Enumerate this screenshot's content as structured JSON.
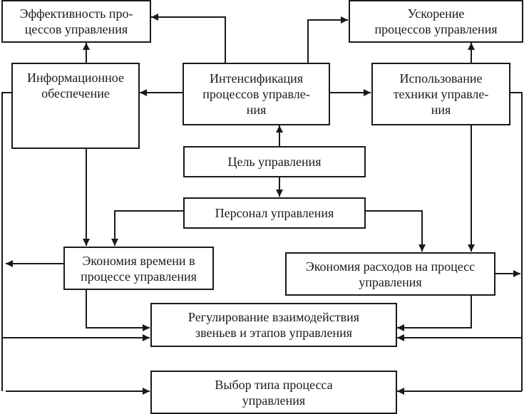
{
  "diagram": {
    "colors": {
      "stroke": "#1a1a1a",
      "background": "#ffffff",
      "text": "#1a1a1a"
    },
    "nodes": {
      "efficiency": "Эффективность про-\nцессов управления",
      "acceleration": "Ускорение\nпроцессов управления",
      "information": "Информационное\nобеспечение",
      "intensification": "Интенсификация\nпроцессов управле-\nния",
      "technology": "Использование\nтехники управле-\nния",
      "goal": "Цель управления",
      "personnel": "Персонал управления",
      "time_saving": "Экономия времени в\nпроцессе управления",
      "cost_saving": "Экономия расходов на процесс\nуправления",
      "regulation": "Регулирование взаимодействия\nзвеньев и этапов управления",
      "process_type": "Выбор типа процесса\nуправления"
    },
    "edges": [
      {
        "from": "information",
        "to": "efficiency"
      },
      {
        "from": "intensification",
        "to": "efficiency"
      },
      {
        "from": "intensification",
        "to": "acceleration"
      },
      {
        "from": "intensification",
        "to": "information"
      },
      {
        "from": "intensification",
        "to": "technology"
      },
      {
        "from": "technology",
        "to": "acceleration"
      },
      {
        "from": "goal",
        "to": "intensification"
      },
      {
        "from": "goal",
        "to": "personnel"
      },
      {
        "from": "information",
        "to": "time_saving"
      },
      {
        "from": "personnel",
        "to": "time_saving"
      },
      {
        "from": "personnel",
        "to": "cost_saving"
      },
      {
        "from": "technology",
        "to": "cost_saving"
      },
      {
        "from": "time_saving",
        "to": "regulation"
      },
      {
        "from": "cost_saving",
        "to": "regulation"
      },
      {
        "from": "information",
        "to": "regulation"
      },
      {
        "from": "information",
        "to": "process_type"
      },
      {
        "from": "technology",
        "to": "regulation"
      },
      {
        "from": "technology",
        "to": "process_type"
      },
      {
        "from": "time_saving",
        "to": "left-trunk"
      },
      {
        "from": "cost_saving",
        "to": "right-trunk"
      }
    ]
  }
}
